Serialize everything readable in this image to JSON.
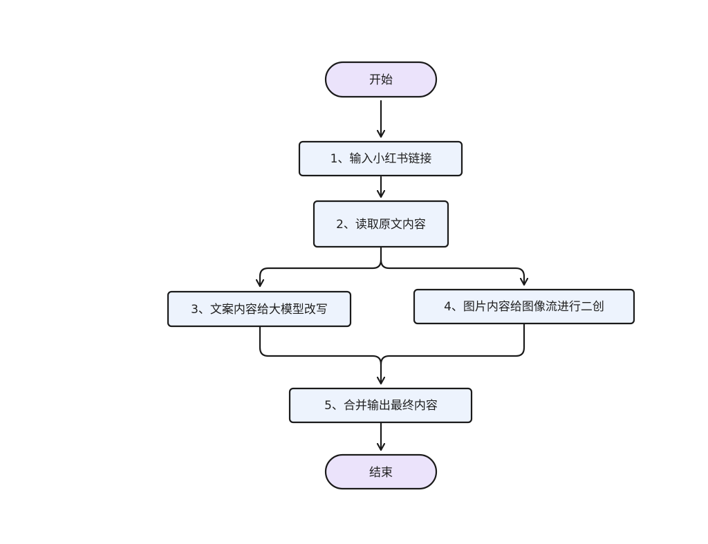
{
  "colors": {
    "terminal_fill": "#ebe3fb",
    "process_fill": "#edf3fd",
    "stroke": "#1a1a1a"
  },
  "flowchart": {
    "start": "开始",
    "step1": "1、输入小红书链接",
    "step2": "2、读取原文内容",
    "step3": "3、文案内容给大模型改写",
    "step4": "4、图片内容给图像流进行二创",
    "step5": "5、合并输出最终内容",
    "end": "结束"
  }
}
